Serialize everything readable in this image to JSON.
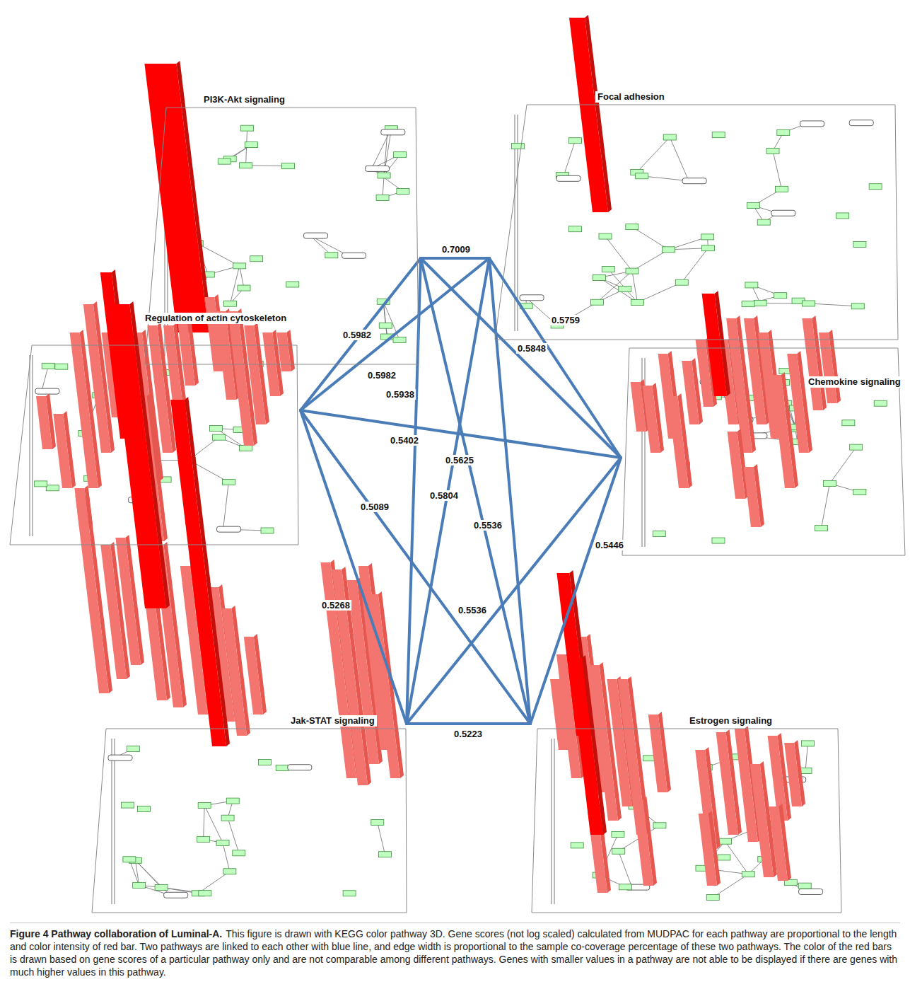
{
  "diagram": {
    "title": "Figure 4 Pathway collaboration of Luminal-A.",
    "caption": "This figure is drawn with KEGG color pathway 3D. Gene scores (not log scaled) calculated from MUDPAC for each pathway are proportional to the length and color intensity of red bar. Two pathways are linked to each other with blue line, and edge width is proportional to the sample co-coverage percentage of these two pathways. The color of the red bars is drawn based on gene scores of a particular pathway only and are not comparable among different pathways. Genes with smaller values in a pathway are not able to be displayed if there are genes with much higher values in this pathway.",
    "nodes": [
      {
        "text": [
          "PI3K-Akt signaling"
        ]
      },
      {
        "text": [
          "Focal adhesion"
        ]
      },
      {
        "text": [
          "Regulation of actin cytoskeleton"
        ]
      },
      {
        "text": [
          "Chemokine signaling"
        ]
      },
      {
        "text": [
          "Jak-STAT signaling"
        ]
      },
      {
        "text": [
          "Estrogen signaling"
        ]
      }
    ],
    "edges": [
      {
        "from": 0,
        "to": 1,
        "arrow": "none",
        "label": "0.7009"
      },
      {
        "from": 0,
        "to": 2,
        "arrow": "none",
        "label": "0.5982"
      },
      {
        "from": 1,
        "to": 2,
        "arrow": "none",
        "label": "0.5982"
      },
      {
        "from": 0,
        "to": 3,
        "arrow": "none",
        "label": "0.5848"
      },
      {
        "from": 1,
        "to": 3,
        "arrow": "none",
        "label": "0.5759"
      },
      {
        "from": 0,
        "to": 4,
        "arrow": "none",
        "label": "0.5938"
      },
      {
        "from": 0,
        "to": 5,
        "arrow": "none",
        "label": "0.5625"
      },
      {
        "from": 1,
        "to": 4,
        "arrow": "none",
        "label": "0.5804"
      },
      {
        "from": 1,
        "to": 5,
        "arrow": "none",
        "label": "0.5536"
      },
      {
        "from": 2,
        "to": 3,
        "arrow": "none",
        "label": "0.5402"
      },
      {
        "from": 2,
        "to": 4,
        "arrow": "none",
        "label": "0.5268"
      },
      {
        "from": 2,
        "to": 5,
        "arrow": "none",
        "label": "0.5089"
      },
      {
        "from": 3,
        "to": 4,
        "arrow": "none",
        "label": "0.5536"
      },
      {
        "from": 3,
        "to": 5,
        "arrow": "none",
        "label": "0.5446"
      },
      {
        "from": 4,
        "to": 5,
        "arrow": "none",
        "label": "0.5223"
      }
    ]
  }
}
